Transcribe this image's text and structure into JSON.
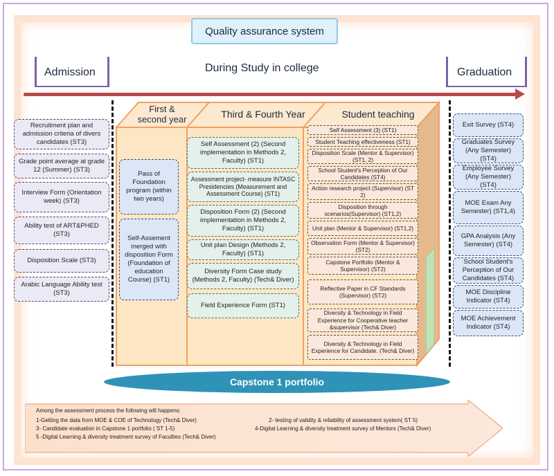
{
  "title": "Quality assurance system",
  "phases": {
    "admission": "Admission",
    "during": "During Study in college",
    "graduation": "Graduation"
  },
  "columns": {
    "first": "First & second year",
    "third": "Third & Fourth Year",
    "student": "Student teaching"
  },
  "admission_items": [
    "Recruitment plan and admission criteria of divers candidates  (ST3)",
    "Grade point average at grade 12 (Summer) (ST3)",
    "Interview Form (Orientation week) (ST3)",
    "Ability test of ART&PHED (ST3)",
    "Disposition Scale (ST3)",
    "Arabic Language  Ability test (ST3)"
  ],
  "first_items": [
    "Pass of Foundation program (within two years)",
    "Self-Assement merged with disposition Form (Foundation of education Course) (ST1)"
  ],
  "third_items": [
    "Self Assessment (2) (Second implementation in Methods 2, Faculty) (ST1)",
    "Assessment project- measure INTASC Presidencies (Measurement and Assessment Course) (ST1)",
    "Disposition Form (2) (Second implementation in Methods 2, Faculty) (ST1)",
    "Unit plan Design (Methods 2, Faculty) (ST1)",
    "Diversity Form Case study (Methods 2, Faculty) (Tech& Diver)",
    "Field Experience Form (ST1)"
  ],
  "student_items": [
    "Self Assessment (3) (ST1)",
    "Student Teaching effectiveness (ST1)",
    "Disposition Scale (Mentor & Supervisor) (ST1, 2)",
    "School Student's Perception of Our Candidates (ST4)",
    "Action research project (Supervisor) (ST 2)",
    "Disposition through scenarios(Supervisor) (ST1,2)",
    "Unit plan (Mentor & Supervisor) (ST1,2)",
    "Observation Form (Mentor & Supervisor) (ST2)",
    "Capstone Portfolio (Mentor & Supervisor) (ST2)",
    "Reflective Paper in CF Standards (Supervisor) (ST2)",
    "Diversity & Technology in Field Experience for Cooperative teacher &supervisor (Tech& Diver)",
    "Diversity & Technology in Field Experience for Candidate. (Tech& Diver)"
  ],
  "graduation_items": [
    "Exit Survey (ST4)",
    "Graduates Survey (Any Semester) (ST4)",
    "Employee Survey (Any Semester) (ST4)",
    "MOE Exam Any Semester) (ST1,4)",
    "GPA Analysis (Any Semester) (ST4)",
    "School Student's Perception of Our Candidates (ST4)",
    "MOE Discipline Indicator (ST4)",
    "MOE Achievement Indicator (ST4)"
  ],
  "capstone": "Capstone 1 portfolio",
  "notes": {
    "intro": "Among the assessment process the following will happens:",
    "n1": "1-Getting the data from MOE & COE of Technology (Tech& Diver)",
    "n2": "2- testing of validity & reliability of assessment system( ST 5)",
    "n3": "3- Candidate evaluation in Capstone 1 portfolio ( ST 1-5)",
    "n4": "4-Digital Learning & diversity treatment survey of Mentors (Tech& Diver)",
    "n5": "5 -Digital Learning & diversity treatment survey of Faculties (Tech& Diver)"
  },
  "colors": {
    "accent": "#b84a4a",
    "capstone": "#2f93b7",
    "cube": "#fbe4c8",
    "cube_edge": "#f0a060"
  }
}
